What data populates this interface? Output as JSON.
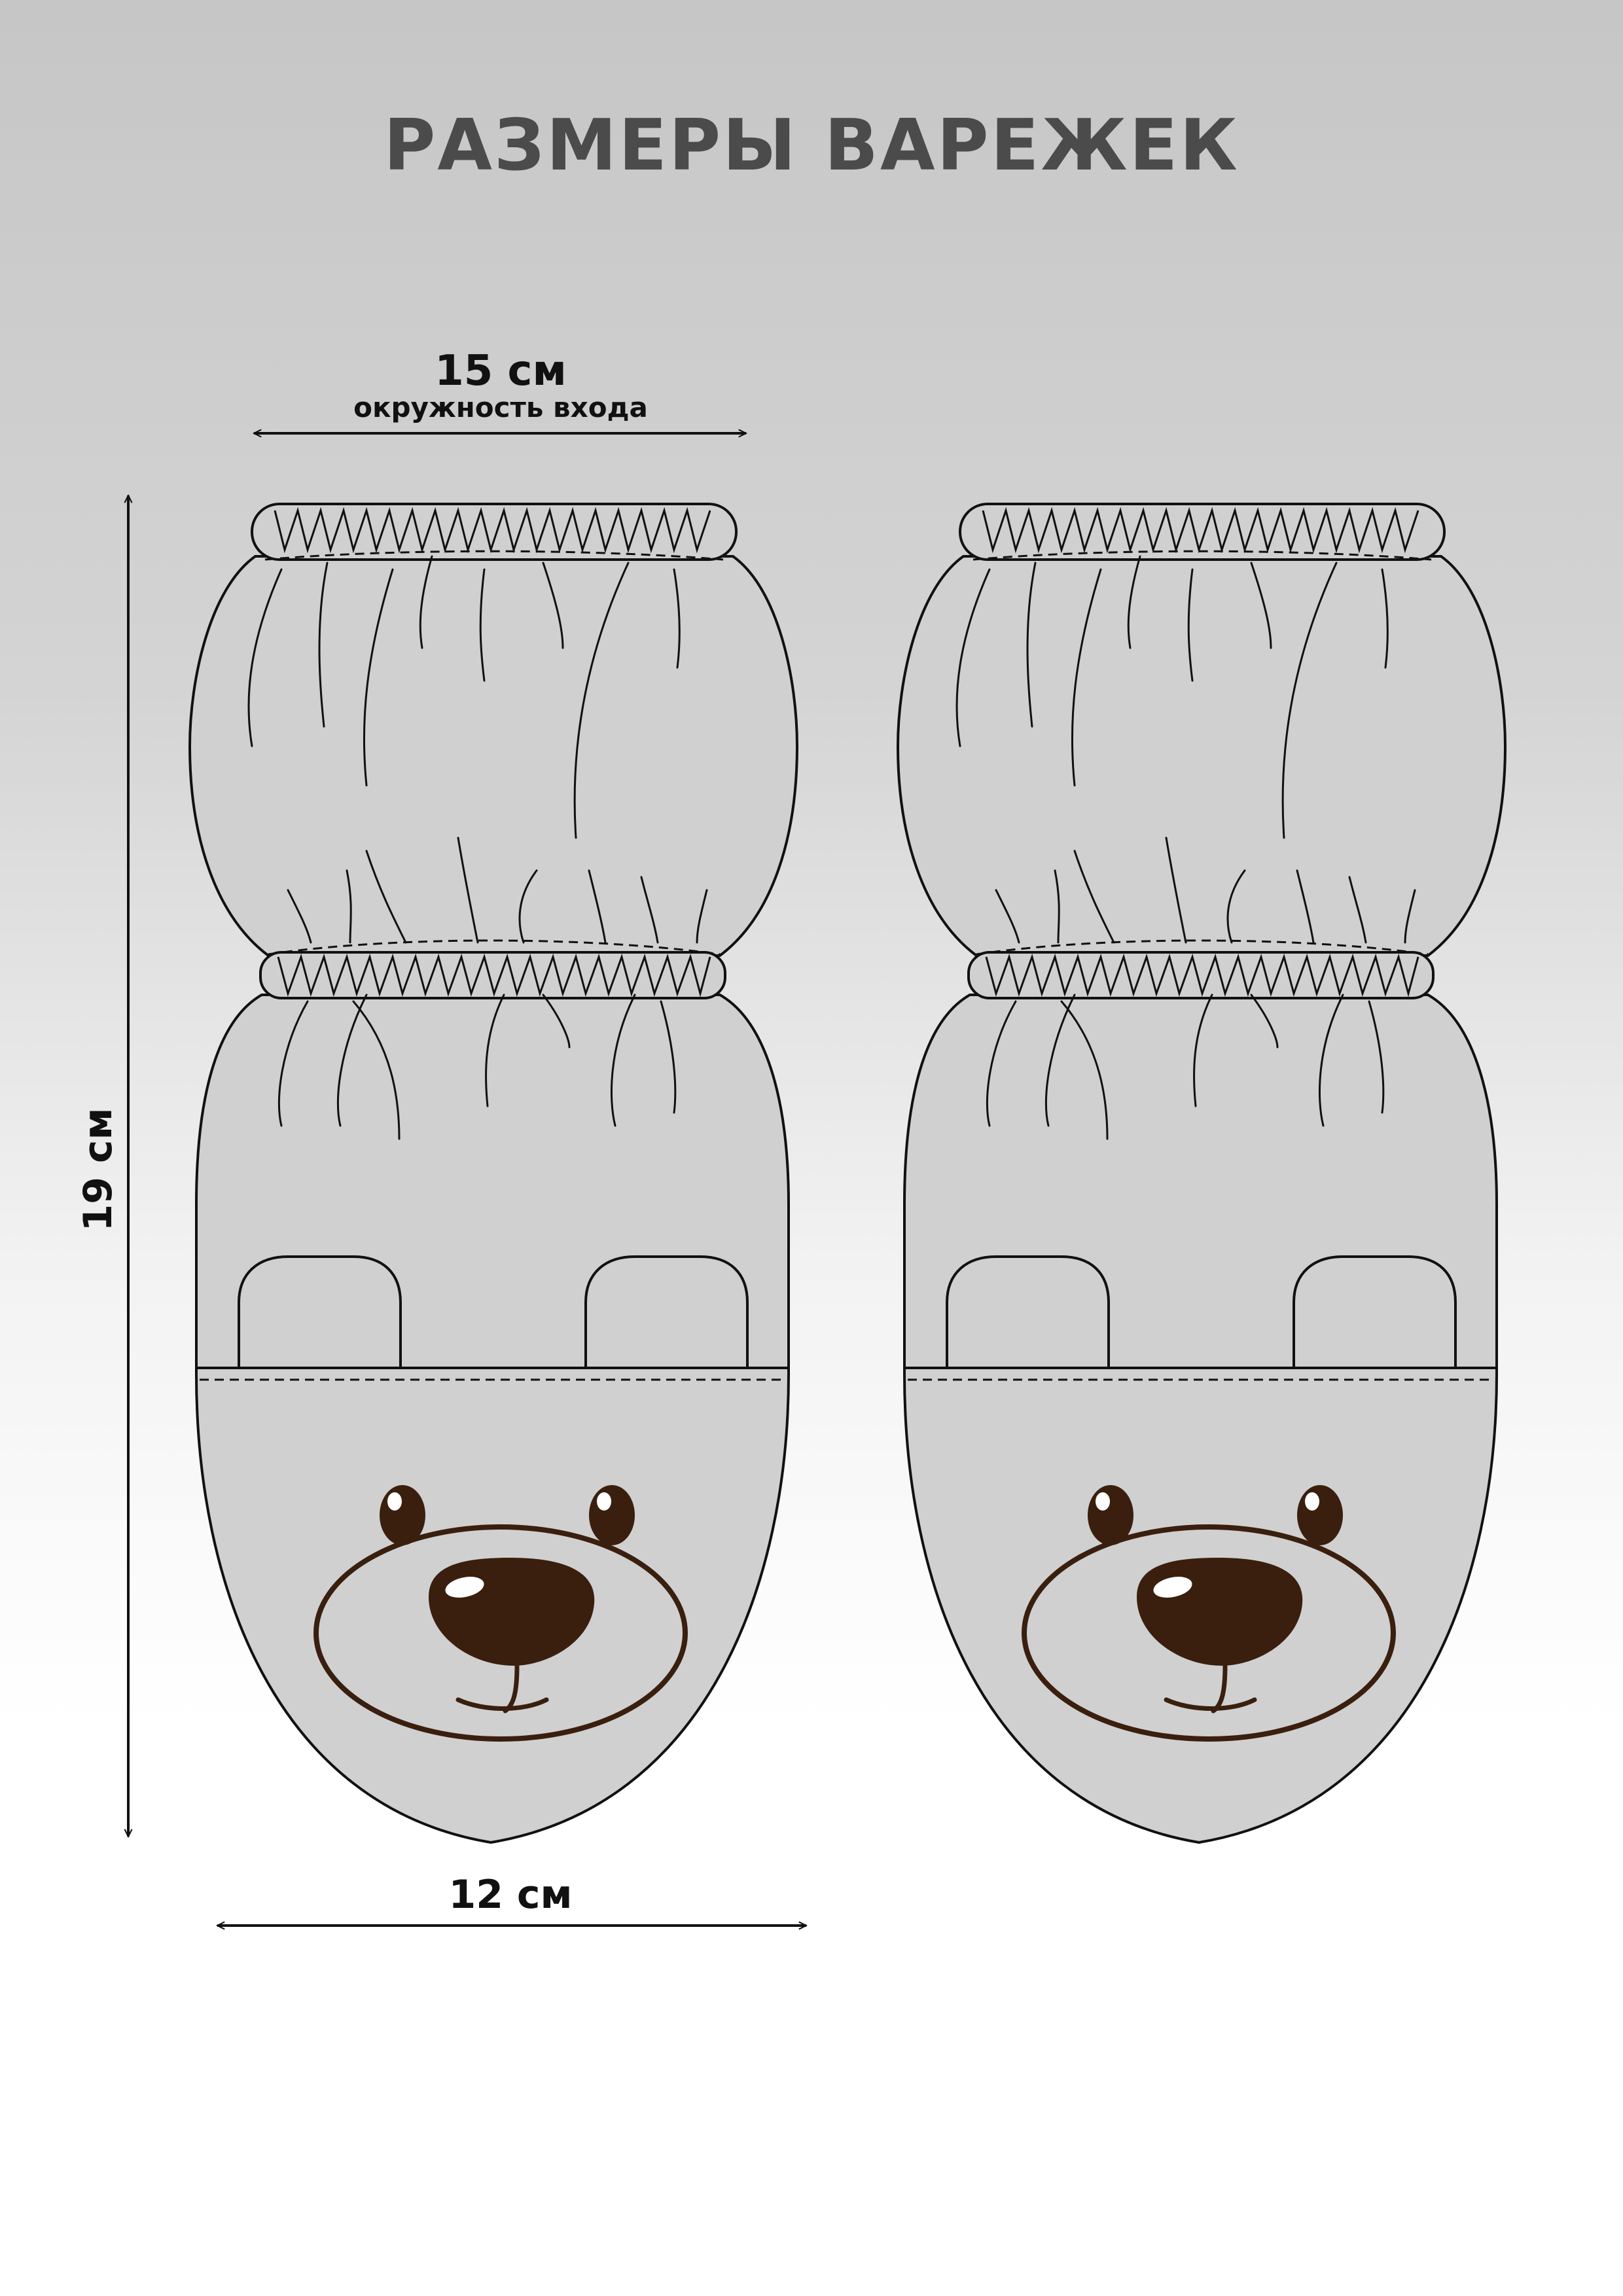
{
  "title": "РАЗМЕРЫ ВАРЕЖЕК",
  "dimensions": {
    "entry_circumference": {
      "value": "15 см",
      "label": "окружность входа"
    },
    "width": {
      "value": "12 см"
    },
    "length": {
      "value": "19 см"
    }
  },
  "colors": {
    "mitten_fill": "#d0d0d0",
    "outline": "#111111",
    "bear_brown": "#3a1f0e"
  }
}
